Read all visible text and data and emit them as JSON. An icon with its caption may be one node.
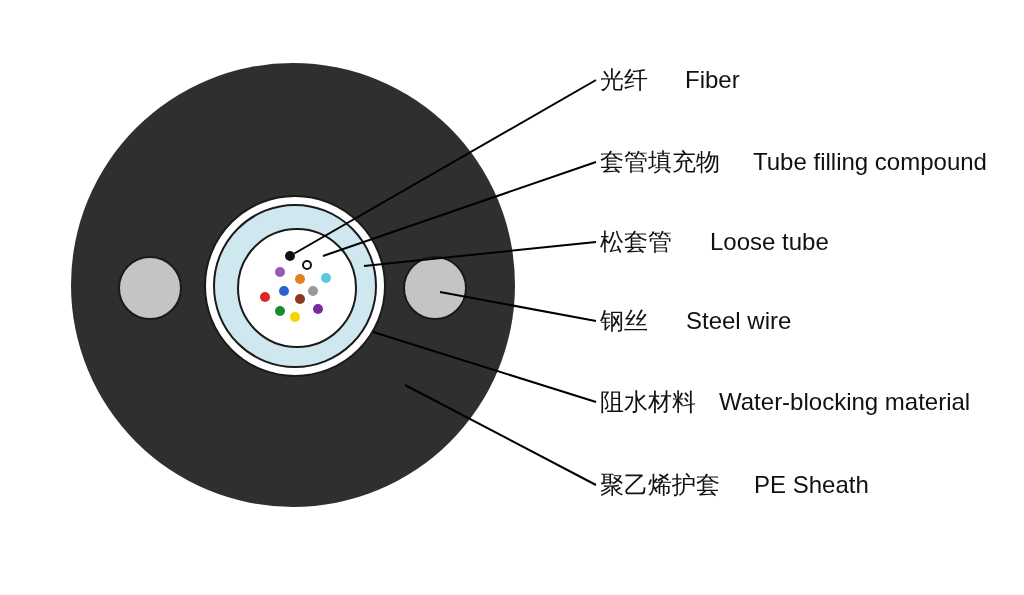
{
  "diagram": {
    "nodes": [
      {
        "text": [],
        "shape": "circle"
      },
      {
        "text": [],
        "shape": "circle",
        "in": 0
      },
      {
        "text": [],
        "shape": "circle",
        "in": 0
      },
      {
        "text": [],
        "shape": "circle",
        "in": 2
      },
      {
        "text": [],
        "shape": "circle",
        "in": 3
      },
      {
        "text": [],
        "shape": "circle",
        "in": 4
      },
      {
        "text": [],
        "shape": "circle",
        "in": 4
      },
      {
        "text": [],
        "shape": "circle",
        "in": 4
      },
      {
        "text": [],
        "shape": "circle",
        "in": 4
      },
      {
        "text": [],
        "shape": "circle",
        "in": 4
      },
      {
        "text": [],
        "shape": "circle",
        "in": 4
      },
      {
        "text": [],
        "shape": "circle",
        "in": 4
      },
      {
        "text": [],
        "shape": "circle",
        "in": 4
      },
      {
        "text": [],
        "shape": "circle",
        "in": 4
      },
      {
        "text": [],
        "shape": "circle",
        "in": 4
      },
      {
        "text": [],
        "shape": "circle",
        "in": 4
      },
      {
        "text": [],
        "shape": "circle",
        "in": 4
      },
      {
        "text": [],
        "shape": "circle",
        "in": 0
      },
      {
        "text": [
          "光纤",
          "Fiber"
        ]
      },
      {
        "text": [
          "套管填充物",
          "Tube filling compound"
        ]
      },
      {
        "text": [
          "松套管",
          "Loose tube"
        ]
      },
      {
        "text": [
          "钢丝",
          "Steel wire"
        ]
      },
      {
        "text": [
          "阻水材料",
          "Water-blocking material"
        ]
      },
      {
        "text": [
          "聚乙烯护套",
          "PE Sheath"
        ]
      }
    ],
    "edges": [
      {
        "from": 18,
        "to": 5,
        "arrow": "none"
      },
      {
        "from": 19,
        "to": 4,
        "arrow": "none"
      },
      {
        "from": 20,
        "to": 3,
        "arrow": "none"
      },
      {
        "from": 21,
        "to": 17,
        "arrow": "none"
      },
      {
        "from": 22,
        "to": 2,
        "arrow": "none"
      },
      {
        "from": 23,
        "to": 0,
        "arrow": "none"
      }
    ]
  }
}
